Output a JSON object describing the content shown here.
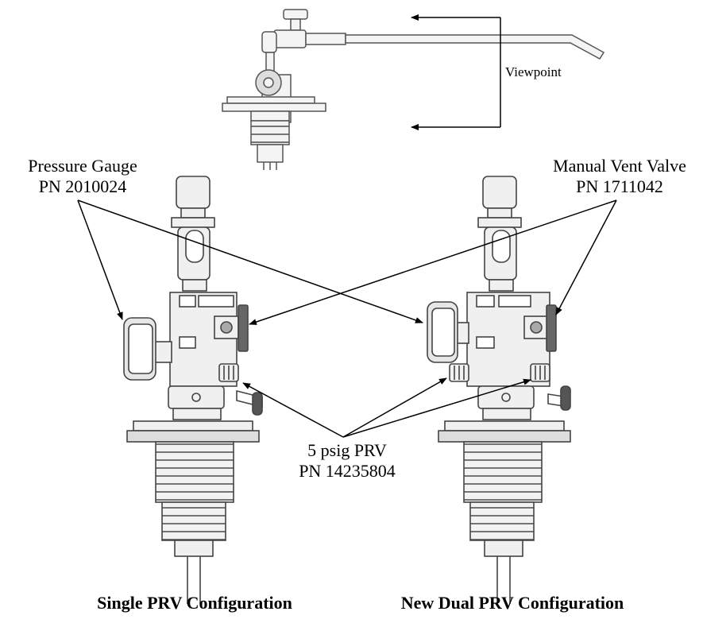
{
  "viewpoint_label": "Viewpoint",
  "callouts": {
    "pressure_gauge": {
      "line1": "Pressure Gauge",
      "line2": "PN 2010024"
    },
    "manual_vent_valve": {
      "line1": "Manual Vent Valve",
      "line2": "PN 1711042"
    },
    "prv": {
      "line1": "5 psig PRV",
      "line2": "PN 14235804"
    }
  },
  "captions": {
    "left": "Single PRV Configuration",
    "right": "New Dual PRV Configuration"
  },
  "colors": {
    "line": "#000000",
    "part": "#555555",
    "fill": "#e8e8e8",
    "dark": "#333333"
  }
}
